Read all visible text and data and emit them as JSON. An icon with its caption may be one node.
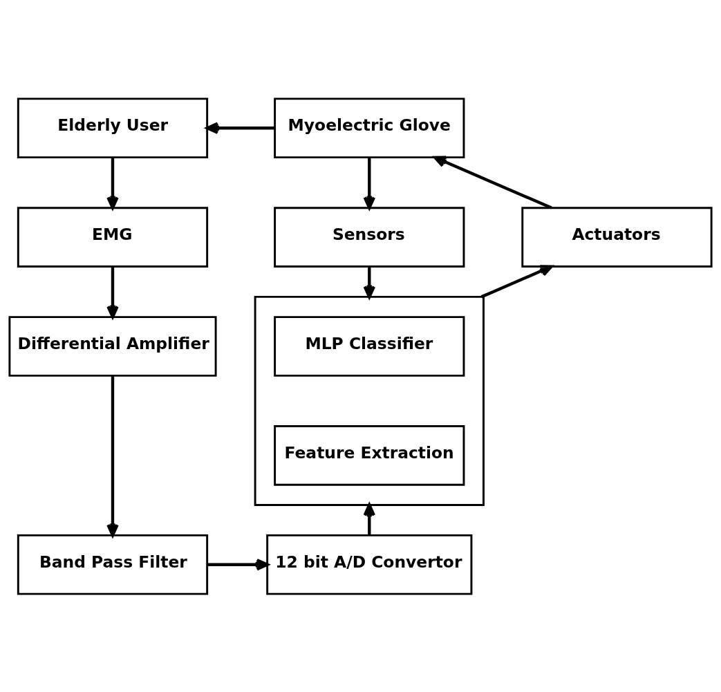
{
  "diagram": {
    "nodes": [
      {
        "text": [
          "Elderly User"
        ]
      },
      {
        "text": [
          "Myoelectric Glove"
        ]
      },
      {
        "text": [
          "EMG"
        ]
      },
      {
        "text": [
          "Sensors"
        ]
      },
      {
        "text": [
          "Actuators"
        ]
      },
      {
        "text": [
          "Differential Amplifier"
        ]
      },
      {
        "text": [],
        "shape": "box"
      },
      {
        "text": [
          "MLP Classifier"
        ],
        "in": 6
      },
      {
        "text": [
          "Feature Extraction"
        ],
        "in": 6
      },
      {
        "text": [
          "Band Pass Filter"
        ]
      },
      {
        "text": [
          "12 bit A/D Convertor"
        ]
      }
    ],
    "edges": [
      {
        "from": 1,
        "to": 0,
        "arrow": "to"
      },
      {
        "from": 0,
        "to": 2,
        "arrow": "to"
      },
      {
        "from": 1,
        "to": 3,
        "arrow": "to"
      },
      {
        "from": 4,
        "to": 1,
        "arrow": "to"
      },
      {
        "from": 2,
        "to": 5,
        "arrow": "to"
      },
      {
        "from": 3,
        "to": 6,
        "arrow": "to"
      },
      {
        "from": 6,
        "to": 4,
        "arrow": "to"
      },
      {
        "from": 5,
        "to": 9,
        "arrow": "to"
      },
      {
        "from": 9,
        "to": 10,
        "arrow": "to"
      },
      {
        "from": 10,
        "to": 6,
        "arrow": "to"
      }
    ]
  }
}
